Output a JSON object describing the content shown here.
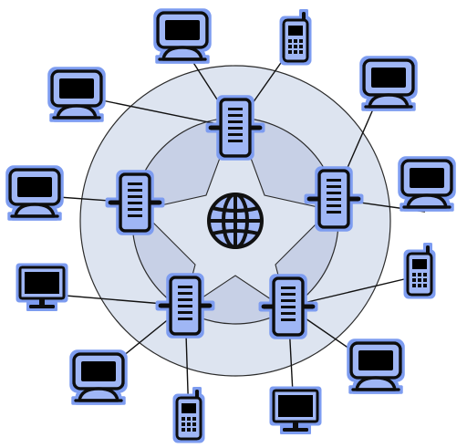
{
  "diagram": {
    "type": "network-topology",
    "center": {
      "icon": "globe-icon"
    },
    "colors": {
      "outer_ring_fill": "#dde4f0",
      "inner_ring_fill": "#c7d0e6",
      "ring_stroke": "#2b2b2b",
      "device_fill": "#9fb6f5",
      "device_halo": "#7d9cf0",
      "device_outline": "#111111",
      "screen_fill": "#050505",
      "link_color": "#111111"
    },
    "servers": [
      {
        "id": "server-top",
        "icon": "server-icon"
      },
      {
        "id": "server-right",
        "icon": "server-icon"
      },
      {
        "id": "server-bottom-right",
        "icon": "server-icon"
      },
      {
        "id": "server-bottom-left",
        "icon": "server-icon"
      },
      {
        "id": "server-left",
        "icon": "server-icon"
      }
    ],
    "clients": [
      {
        "id": "client-1",
        "icon": "monitor-icon",
        "server": "server-top"
      },
      {
        "id": "client-2",
        "icon": "phone-icon",
        "server": "server-top"
      },
      {
        "id": "client-3",
        "icon": "monitor-icon",
        "server": "server-top"
      },
      {
        "id": "client-4",
        "icon": "monitor-icon",
        "server": "server-right"
      },
      {
        "id": "client-5",
        "icon": "monitor-icon",
        "server": "server-right"
      },
      {
        "id": "client-6",
        "icon": "phone-icon",
        "server": "server-bottom-right"
      },
      {
        "id": "client-7",
        "icon": "monitor-icon",
        "server": "server-bottom-right"
      },
      {
        "id": "client-8",
        "icon": "monitor-icon",
        "server": "server-bottom-right"
      },
      {
        "id": "client-9",
        "icon": "phone-icon",
        "server": "server-bottom-left"
      },
      {
        "id": "client-10",
        "icon": "monitor-icon",
        "server": "server-bottom-left"
      },
      {
        "id": "client-11",
        "icon": "monitor-icon",
        "server": "server-bottom-left"
      },
      {
        "id": "client-12",
        "icon": "monitor-icon",
        "server": "server-left"
      }
    ]
  }
}
